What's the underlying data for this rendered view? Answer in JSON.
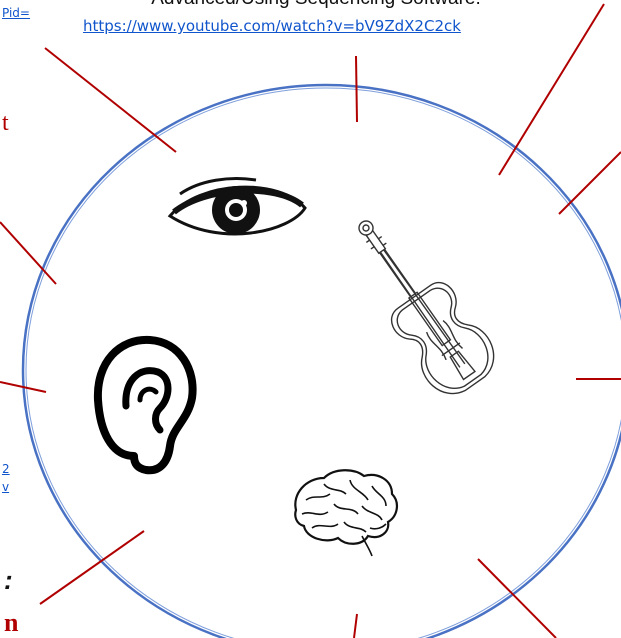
{
  "header": {
    "title_fragment": "Advanced/Using Sequencing Software:",
    "link_url": "https://www.youtube.com/watch?v=bV9ZdX2C2ck"
  },
  "left_fragments": {
    "top_link": "Pid=",
    "red_letter": "t",
    "link_line_1": "2",
    "link_line_2": "v",
    "bottom_symbol": ":",
    "bottom_red_letter": "n"
  },
  "icons": [
    "eye-icon",
    "violin-icon",
    "ear-icon",
    "brain-icon"
  ],
  "colors": {
    "circle_stroke": "#4a72c4",
    "connector": "#b00000",
    "link": "#1155cc",
    "red_text": "#b10000"
  }
}
